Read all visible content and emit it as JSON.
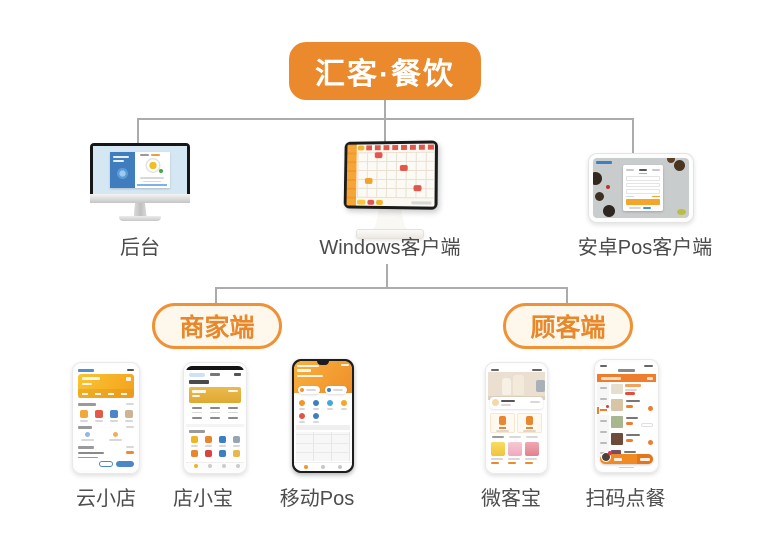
{
  "title": "汇客·餐饮",
  "colors": {
    "accent_orange": "#EA8A2C",
    "pill_border": "#EF9134",
    "pill_fill": "#FEF7EC",
    "pill_text": "#E9882B",
    "connector_gray": "#ABABAB",
    "label_gray": "#4B4B4B"
  },
  "clients": [
    {
      "id": "backend",
      "label": "后台",
      "mockup": "imac-monitor"
    },
    {
      "id": "windows-client",
      "label": "Windows客户端",
      "mockup": "pos-terminal"
    },
    {
      "id": "android-pos-client",
      "label": "安卓Pos客户端",
      "mockup": "android-tablet"
    }
  ],
  "groups": [
    {
      "id": "merchant",
      "label": "商家端",
      "apps": [
        {
          "id": "yunxiaodian",
          "label": "云小店",
          "mockup": "phone-merchant-dashboard"
        },
        {
          "id": "dianxiaobao",
          "label": "店小宝",
          "mockup": "phone-store-assistant"
        },
        {
          "id": "yidong-pos",
          "label": "移动Pos",
          "mockup": "phone-mobile-pos"
        }
      ]
    },
    {
      "id": "customer",
      "label": "顾客端",
      "apps": [
        {
          "id": "weikebao",
          "label": "微客宝",
          "mockup": "phone-shop-front"
        },
        {
          "id": "saomadiancan",
          "label": "扫码点餐",
          "mockup": "phone-scan-order"
        }
      ]
    }
  ]
}
